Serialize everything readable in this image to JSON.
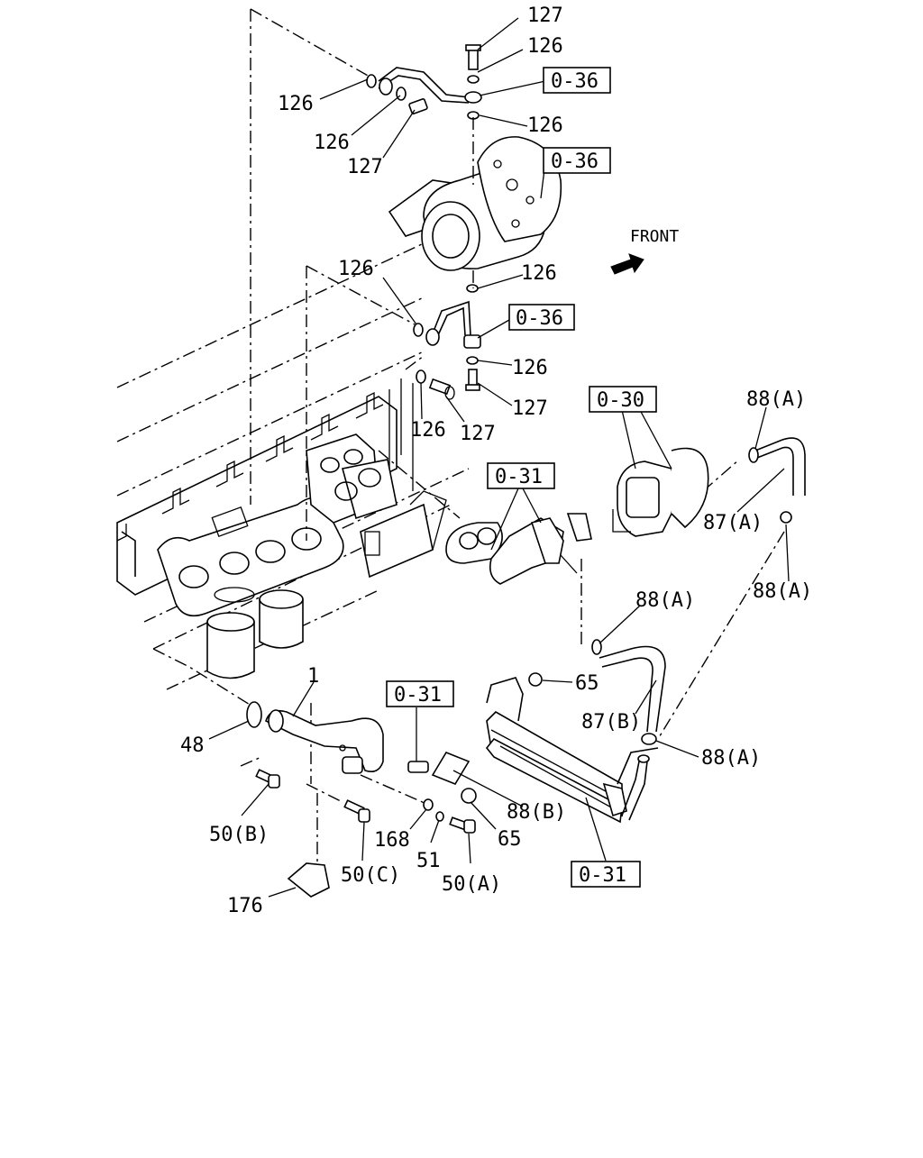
{
  "front_label": "FRONT",
  "callouts": [
    {
      "key": "c127a",
      "text": "127"
    },
    {
      "key": "c126a",
      "text": "126"
    },
    {
      "key": "c126b",
      "text": "126"
    },
    {
      "key": "c126c",
      "text": "126"
    },
    {
      "key": "c126d",
      "text": "126"
    },
    {
      "key": "c127b",
      "text": "127"
    },
    {
      "key": "c126e",
      "text": "126"
    },
    {
      "key": "c126f",
      "text": "126"
    },
    {
      "key": "c126g",
      "text": "126"
    },
    {
      "key": "c126h",
      "text": "126"
    },
    {
      "key": "c127c",
      "text": "127"
    },
    {
      "key": "c127d",
      "text": "127"
    },
    {
      "key": "c88a1",
      "text": "88(A)"
    },
    {
      "key": "c87a",
      "text": "87(A)"
    },
    {
      "key": "c88a2",
      "text": "88(A)"
    },
    {
      "key": "c88a3",
      "text": "88(A)"
    },
    {
      "key": "c65a",
      "text": "65"
    },
    {
      "key": "c87b",
      "text": "87(B)"
    },
    {
      "key": "c88a4",
      "text": "88(A)"
    },
    {
      "key": "c1",
      "text": "1"
    },
    {
      "key": "c48",
      "text": "48"
    },
    {
      "key": "c88b",
      "text": "88(B)"
    },
    {
      "key": "c65b",
      "text": "65"
    },
    {
      "key": "c50b",
      "text": "50(B)"
    },
    {
      "key": "c168",
      "text": "168"
    },
    {
      "key": "c51",
      "text": "51"
    },
    {
      "key": "c50a",
      "text": "50(A)"
    },
    {
      "key": "c50c",
      "text": "50(C)"
    },
    {
      "key": "c176",
      "text": "176"
    }
  ],
  "ref_boxes": [
    {
      "key": "b036a",
      "text": "0-36"
    },
    {
      "key": "b036b",
      "text": "0-36"
    },
    {
      "key": "b036c",
      "text": "0-36"
    },
    {
      "key": "b030",
      "text": "0-30"
    },
    {
      "key": "b031a",
      "text": "0-31"
    },
    {
      "key": "b031b",
      "text": "0-31"
    },
    {
      "key": "b031c",
      "text": "0-31"
    }
  ]
}
